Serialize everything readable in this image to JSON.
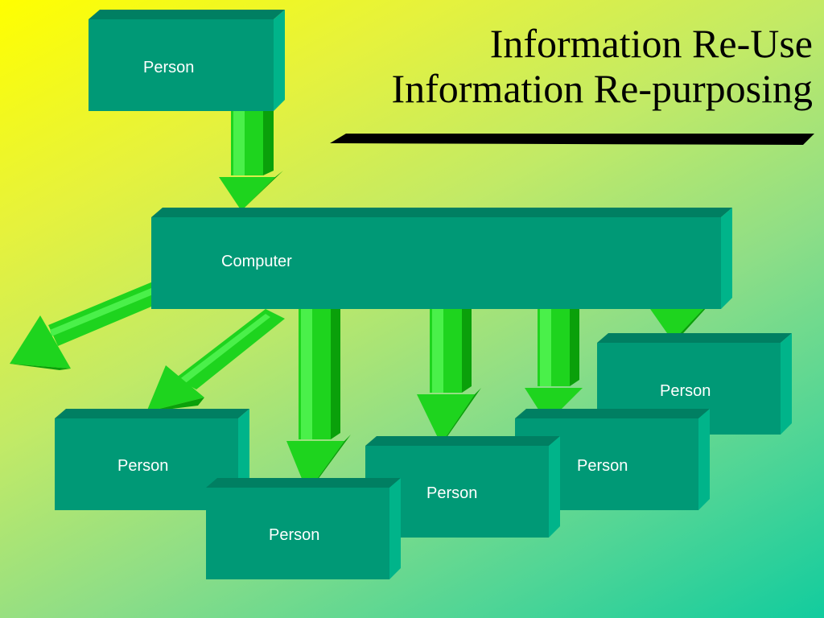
{
  "title": {
    "line1": "Information Re-Use",
    "line2": "Information Re-purposing"
  },
  "colors": {
    "box_front": "#009976",
    "box_top": "#007f62",
    "box_side": "#00b48a",
    "arrow_light": "#3df23d",
    "arrow_mid": "#1ed41e",
    "arrow_dark": "#0aa00a",
    "underline": "#000000"
  },
  "nodes": {
    "source_person": "Person",
    "computer": "Computer",
    "person_left": "Person",
    "person_front": "Person",
    "person_center": "Person",
    "person_right": "Person",
    "person_far_right": "Person"
  }
}
